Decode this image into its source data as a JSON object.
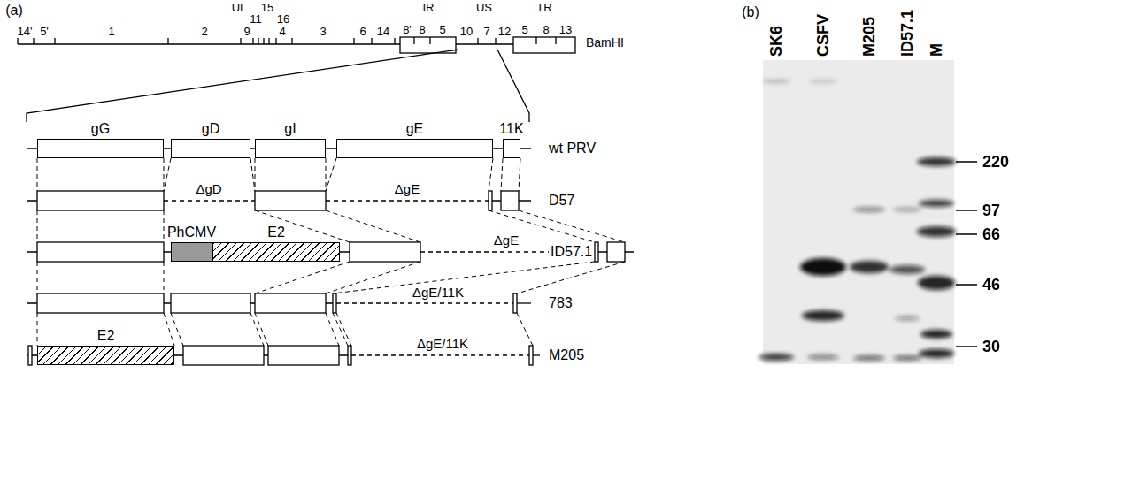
{
  "diagram": {
    "nodes": [
      {
        "text": [
          "gG"
        ]
      },
      {
        "text": [
          "gD"
        ]
      },
      {
        "text": [
          "gI"
        ]
      },
      {
        "text": [
          "gE"
        ]
      },
      {
        "text": [
          "11K"
        ]
      },
      {
        "text": [
          "PhCMV"
        ]
      },
      {
        "text": [
          "E2"
        ]
      },
      {
        "text": [
          "E2"
        ]
      }
    ],
    "labels": [
      "(a)",
      "UL",
      "IR",
      "US",
      "TR",
      "14'",
      "5'",
      "1",
      "2",
      "9",
      "11",
      "15",
      "16",
      "4",
      "3",
      "6",
      "14",
      "8'",
      "8",
      "5",
      "10",
      "7",
      "12",
      "5",
      "8",
      "13",
      "BamHI",
      "wt PRV",
      "ΔgD",
      "ΔgE",
      "D57",
      "ΔgE",
      "ID57.1",
      "ΔgE/11K",
      "783",
      "ΔgE/11K",
      "M205",
      "(b)",
      "SK6",
      "CSFV",
      "M205",
      "ID57.1",
      "M",
      "220",
      "97",
      "66",
      "46",
      "30"
    ]
  }
}
